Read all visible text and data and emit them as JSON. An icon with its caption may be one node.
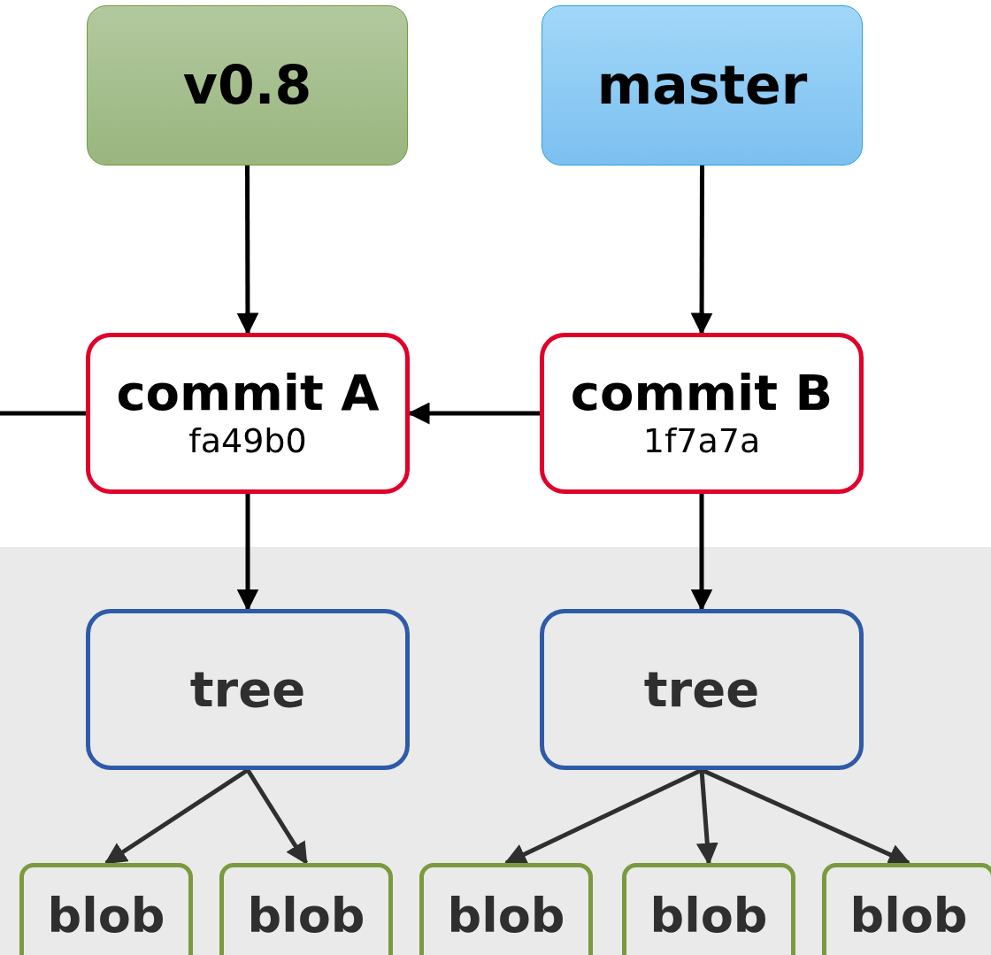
{
  "diagram": {
    "nodes": [
      {
        "text": [
          "v0.8"
        ]
      },
      {
        "text": [
          "master"
        ]
      },
      {
        "text": [
          "commit A",
          "fa49b0"
        ]
      },
      {
        "text": [
          "commit B",
          "1f7a7a"
        ]
      },
      {
        "text": [
          "tree"
        ]
      },
      {
        "text": [
          "tree"
        ]
      },
      {
        "text": [
          "blob"
        ]
      },
      {
        "text": [
          "blob"
        ]
      },
      {
        "text": [
          "blob"
        ]
      },
      {
        "text": [
          "blob"
        ]
      },
      {
        "text": [
          "blob"
        ]
      }
    ],
    "edges": [
      {
        "from": 0,
        "to": 2,
        "arrow": "to"
      },
      {
        "from": 1,
        "to": 3,
        "arrow": "to"
      },
      {
        "from": 3,
        "to": 2,
        "arrow": "to"
      },
      {
        "from": 2,
        "to": null,
        "arrow": "none"
      },
      {
        "from": 2,
        "to": 4,
        "arrow": "to"
      },
      {
        "from": 3,
        "to": 5,
        "arrow": "to"
      },
      {
        "from": 4,
        "to": 6,
        "arrow": "to"
      },
      {
        "from": 4,
        "to": 7,
        "arrow": "to"
      },
      {
        "from": 5,
        "to": 8,
        "arrow": "to"
      },
      {
        "from": 5,
        "to": 9,
        "arrow": "to"
      },
      {
        "from": 5,
        "to": 10,
        "arrow": "to"
      }
    ]
  }
}
